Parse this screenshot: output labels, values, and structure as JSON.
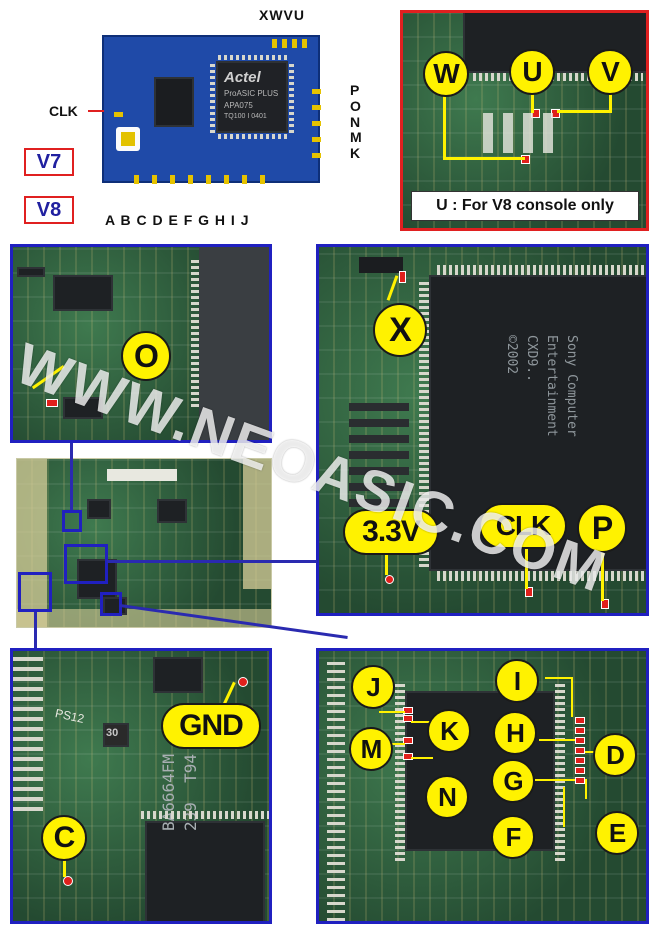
{
  "colors": {
    "panel_border_blue": "#2020c0",
    "panel_border_red": "#e02020",
    "label_yellow": "#fff200",
    "pad_red": "#e0201c",
    "pcb_green": "#2c5a3a",
    "module_blue": "#1f4aa8"
  },
  "versions": [
    "V7",
    "V8"
  ],
  "module": {
    "pin_labels_top": "XWVU",
    "pin_labels_right": [
      "P",
      "O",
      "N",
      "M",
      "K"
    ],
    "pin_labels_bottom": "A B C D E F G H I J",
    "clk_label": "CLK",
    "chip_brand": "Actel",
    "chip_lines": [
      "ProASIC PLUS",
      "APA075",
      "TQ100 I  0401"
    ],
    "small_chip_lines": [
      "...",
      "..."
    ]
  },
  "detail_top_right": {
    "labels": [
      "W",
      "U",
      "V"
    ],
    "note": "U : For V8 console only"
  },
  "panel_o": {
    "label": "O"
  },
  "panel_x": {
    "labels": {
      "x": "X",
      "v33": "3.3V",
      "clk": "CLK",
      "p": "P"
    },
    "chip_text": [
      "Sony Computer",
      "Entertainment",
      "CXD9..",
      "©2002"
    ]
  },
  "panel_c": {
    "labels": {
      "gnd": "GND",
      "c": "C"
    },
    "chip_text": [
      "BA6664FM",
      "239  T94"
    ],
    "silk": [
      "PS12",
      "30"
    ]
  },
  "panel_pins": {
    "labels": [
      "J",
      "K",
      "M",
      "N",
      "I",
      "H",
      "D",
      "G",
      "F",
      "E"
    ]
  },
  "watermark": "WWW.NEOASIC.COM"
}
